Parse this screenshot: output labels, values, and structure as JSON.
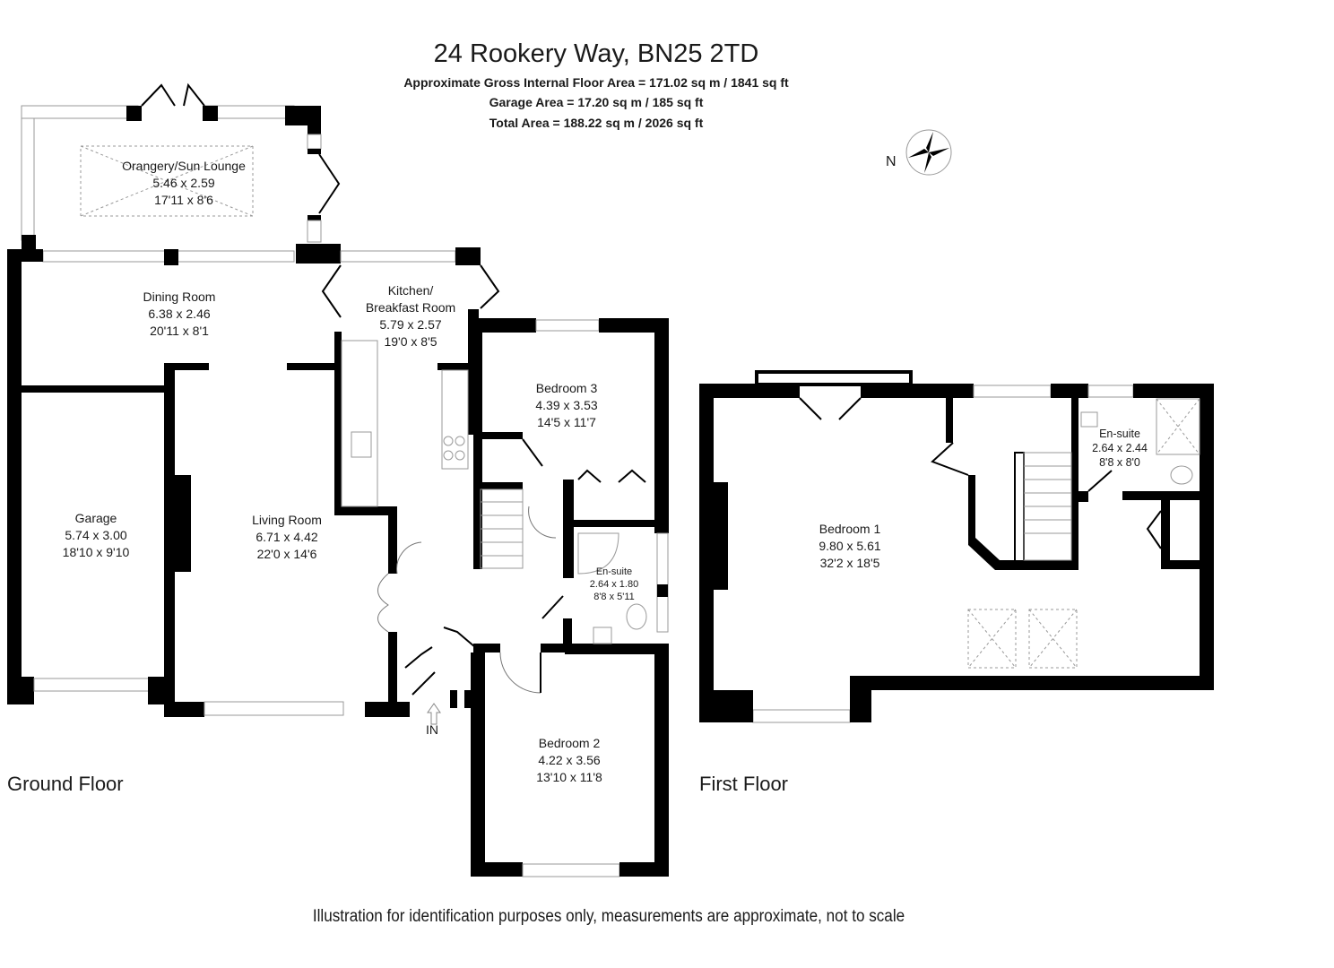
{
  "header": {
    "title": "24 Rookery Way, BN25 2TD",
    "gross_area": "Approximate Gross Internal Floor Area = 171.02 sq m / 1841 sq ft",
    "garage_area": "Garage Area = 17.20 sq m / 185 sq ft",
    "total_area": "Total Area = 188.22 sq m / 2026 sq ft"
  },
  "compass": {
    "label": "N",
    "icon": "compass-rose-icon"
  },
  "ground_floor": {
    "label": "Ground Floor",
    "entrance_label": "IN",
    "rooms": [
      {
        "name": "Orangery/Sun Lounge",
        "metric": "5.46 x 2.59",
        "imperial": "17'11 x 8'6"
      },
      {
        "name": "Dining Room",
        "metric": "6.38 x 2.46",
        "imperial": "20'11 x 8'1"
      },
      {
        "name": "Kitchen/",
        "name2": "Breakfast Room",
        "metric": "5.79 x 2.57",
        "imperial": "19'0 x 8'5"
      },
      {
        "name": "Garage",
        "metric": "5.74 x 3.00",
        "imperial": "18'10 x 9'10"
      },
      {
        "name": "Living Room",
        "metric": "6.71 x 4.42",
        "imperial": "22'0 x 14'6"
      },
      {
        "name": "Bedroom 3",
        "metric": "4.39 x 3.53",
        "imperial": "14'5 x 11'7"
      },
      {
        "name": "En-suite",
        "metric": "2.64 x 1.80",
        "imperial": "8'8 x 5'11"
      },
      {
        "name": "Bedroom 2",
        "metric": "4.22 x 3.56",
        "imperial": "13'10 x 11'8"
      }
    ]
  },
  "first_floor": {
    "label": "First Floor",
    "rooms": [
      {
        "name": "Bedroom 1",
        "metric": "9.80 x 5.61",
        "imperial": "32'2 x 18'5"
      },
      {
        "name": "En-suite",
        "metric": "2.64 x 2.44",
        "imperial": "8'8 x 8'0"
      }
    ]
  },
  "footer": {
    "disclaimer": "Illustration for identification purposes only, measurements are approximate, not to scale"
  }
}
